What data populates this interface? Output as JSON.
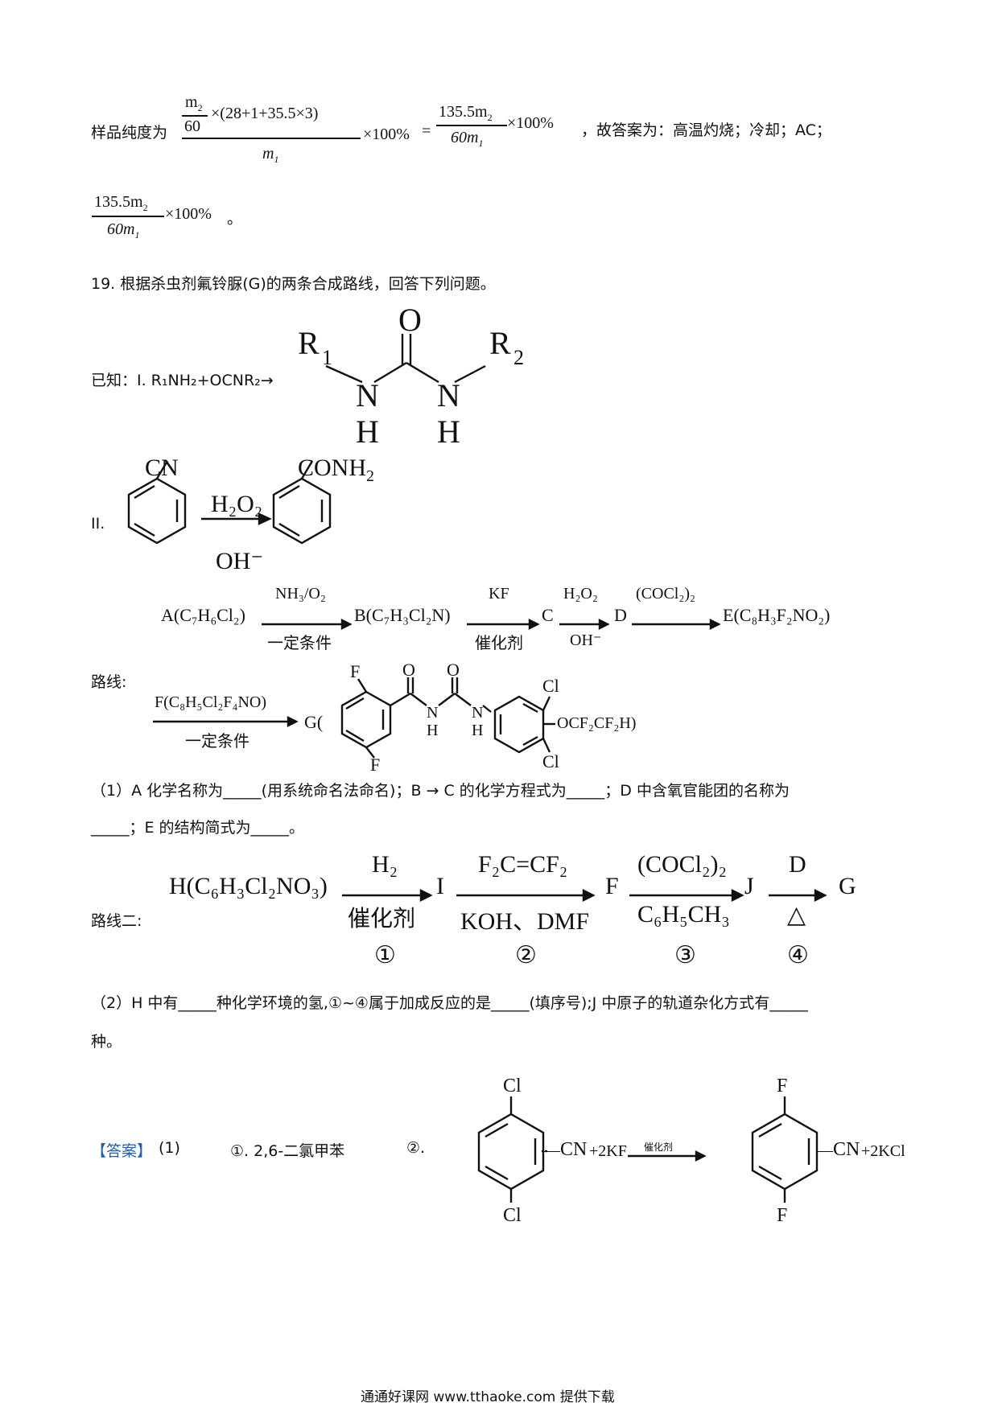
{
  "purity": {
    "label": "样品纯度为",
    "num1_a": "m",
    "num1_a_sub": "2",
    "num1_b": "60",
    "num1_rest": "×(28+1+35.5×3)",
    "den1": "m",
    "den1_sub": "1",
    "times100": "×100%",
    "eq": "=",
    "num2": "135.5m",
    "num2_sub": "2",
    "den2": "60m",
    "den2_sub": "1",
    "times100b": "×100%",
    "tail": "，故答案为：高温灼烧；冷却；AC；",
    "r_num": "135.5m",
    "r_num_sub": "2",
    "r_den": "60m",
    "r_den_sub": "1",
    "r_times": "×100%",
    "r_end": "。"
  },
  "q19": {
    "title": "19. 根据杀虫剂氟铃脲(G)的两条合成路线，回答下列问题。",
    "known_label": "已知：I.  R₁NH₂+OCNR₂→",
    "urea": {
      "o": "O",
      "r1": "R",
      "r1_sub": "1",
      "r2": "R",
      "r2_sub": "2",
      "n1": "N",
      "h1": "H",
      "n2": "N",
      "h2": "H"
    },
    "known2_label": "II.",
    "cn": "CN",
    "conh2": "CONH",
    "conh2_sub": "2",
    "h2o2": "H₂O₂",
    "oh": "OH⁻"
  },
  "route1": {
    "a": "A(C₇H₆Cl₂)",
    "r1_top": "NH₃/O₂",
    "r1_bot": "一定条件",
    "b": "B(C₇H₃Cl₂N)",
    "r2_top": "KF",
    "r2_bot": "催化剂",
    "c": "C",
    "r3_top": "H₂O₂",
    "r3_bot": "OH⁻",
    "d": "D",
    "r4_top": "(COCl₂)₂",
    "e": "E(C₈H₃F₂NO₂)",
    "label": "路线:",
    "r5_top": "F(C₈H₅Cl₂F₄NO)",
    "r5_bot": "一定条件",
    "g": "G(",
    "g_close": "OCF₂CF₂H)",
    "f1": "F",
    "f2": "F",
    "o1": "O",
    "o2": "O",
    "nh1_n": "N",
    "nh1_h": "H",
    "nh2_n": "N",
    "nh2_h": "H",
    "cl1": "Cl",
    "cl2": "Cl"
  },
  "q1": {
    "line1": "（1）A   化学名称为_____(用系统命名法命名)；B → C 的化学方程式为_____；D 中含氧官能团的名称为",
    "line2": "_____；E 的结构简式为_____。"
  },
  "route2": {
    "label": "路线二:",
    "h": "H(C₆H₃Cl₂NO₃)",
    "s1_top": "H₂",
    "s1_bot": "催化剂",
    "i": "I",
    "s2_top": "F₂C=CF₂",
    "s2_bot": "KOH、DMF",
    "f": "F",
    "s3_top": "(COCl₂)₂",
    "s3_bot": "C₆H₅CH₃",
    "j": "J",
    "s4_top": "D",
    "s4_bot": "△",
    "g": "G",
    "n1": "①",
    "n2": "②",
    "n3": "③",
    "n4": "④"
  },
  "q2": {
    "line1": "（2）H 中有_____种化学环境的氢,①~④属于加成反应的是_____(填序号);J 中原子的轨道杂化方式有_____",
    "line2": "种。"
  },
  "answer": {
    "tag": "【答案】",
    "part": "(1)",
    "item1": "①. 2,6-二氯甲苯",
    "item2": "②.",
    "cl_top": "Cl",
    "cl_bot": "Cl",
    "cn1": "CN",
    "plus_kf": "+2KF",
    "cat": "催化剂",
    "f_top": "F",
    "f_bot": "F",
    "cn2": "CN",
    "plus_kcl": "+2KCl"
  },
  "footer": "通通好课网  www.tthaoke.com  提供下载"
}
